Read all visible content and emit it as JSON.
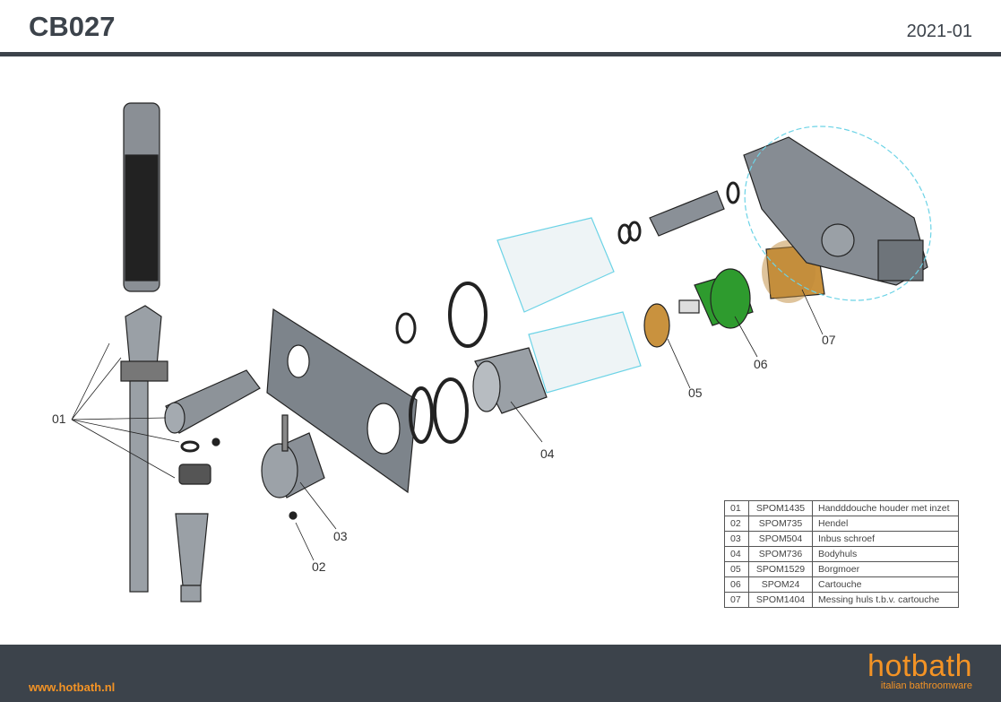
{
  "header": {
    "title": "CB027",
    "date": "2021-01"
  },
  "callouts": [
    "01",
    "02",
    "03",
    "04",
    "05",
    "06",
    "07"
  ],
  "parts": [
    {
      "no": "01",
      "code": "SPOM1435",
      "desc": "Handddouche houder met inzet"
    },
    {
      "no": "02",
      "code": "SPOM735",
      "desc": "Hendel"
    },
    {
      "no": "03",
      "code": "SPOM504",
      "desc": "Inbus schroef"
    },
    {
      "no": "04",
      "code": "SPOM736",
      "desc": "Bodyhuls"
    },
    {
      "no": "05",
      "code": "SPOM1529",
      "desc": "Borgmoer"
    },
    {
      "no": "06",
      "code": "SPOM24",
      "desc": "Cartouche"
    },
    {
      "no": "07",
      "code": "SPOM1404",
      "desc": "Messing huls t.b.v. cartouche"
    }
  ],
  "footer": {
    "url": "www.hotbath.nl",
    "brand": "hotbath",
    "tagline": "italian bathroomware"
  },
  "colors": {
    "dark": "#3c434b",
    "accent": "#f39325",
    "cartridge": "#2e9b2e",
    "brass": "#c9923e"
  }
}
